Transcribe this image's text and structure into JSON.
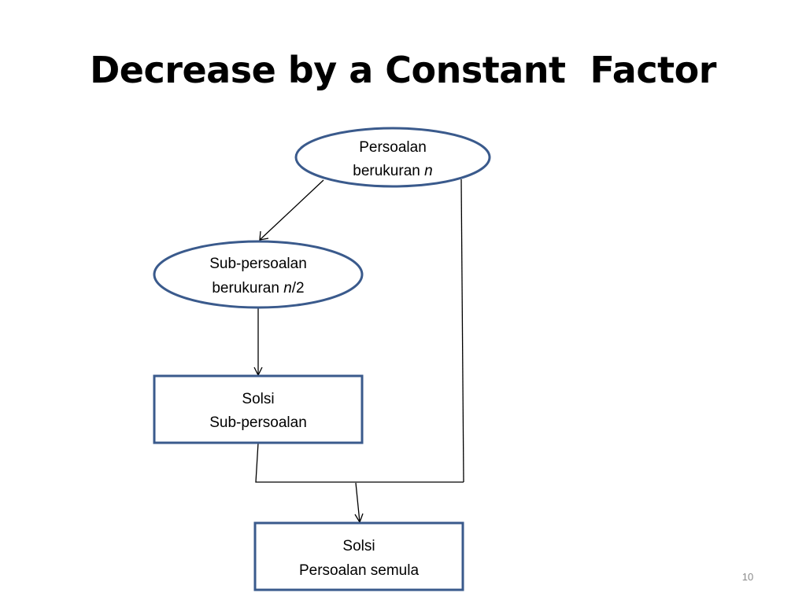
{
  "slide": {
    "title": "Decrease by a Constant  Factor",
    "page_number": "10"
  },
  "colors": {
    "node_border": "#3a5a8c",
    "edge": "#000000",
    "text": "#000000",
    "page_number": "#8a8a8a"
  },
  "nodes": {
    "problem_n": {
      "line1": "Persoalan",
      "line2_text": "berukuran ",
      "line2_var": "n",
      "line2_suffix": ""
    },
    "subproblem_n2": {
      "line1": "Sub-persoalan",
      "line2_text": "berukuran ",
      "line2_var": "n",
      "line2_suffix": "/2"
    },
    "solve_subproblem": {
      "line1": "Solsi",
      "line2": "Sub-persoalan"
    },
    "solve_original": {
      "line1": "Solsi",
      "line2": "Persoalan semula"
    }
  }
}
